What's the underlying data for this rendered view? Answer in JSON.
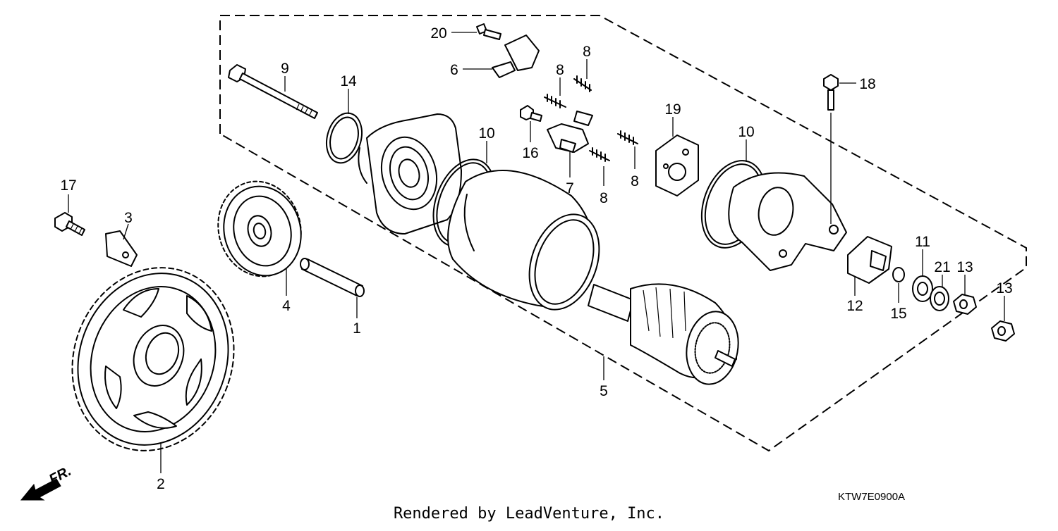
{
  "diagram": {
    "part_code": "KTW7E0900A",
    "credit": "Rendered by LeadVenture, Inc.",
    "front_indicator": "FR.",
    "callouts": [
      {
        "id": "c20",
        "label": "20"
      },
      {
        "id": "c6",
        "label": "6"
      },
      {
        "id": "c8a",
        "label": "8"
      },
      {
        "id": "c8b",
        "label": "8"
      },
      {
        "id": "c8c",
        "label": "8"
      },
      {
        "id": "c8d",
        "label": "8"
      },
      {
        "id": "c9",
        "label": "9"
      },
      {
        "id": "c14",
        "label": "14"
      },
      {
        "id": "c10a",
        "label": "10"
      },
      {
        "id": "c10b",
        "label": "10"
      },
      {
        "id": "c16",
        "label": "16"
      },
      {
        "id": "c7",
        "label": "7"
      },
      {
        "id": "c19",
        "label": "19"
      },
      {
        "id": "c18",
        "label": "18"
      },
      {
        "id": "c17",
        "label": "17"
      },
      {
        "id": "c3",
        "label": "3"
      },
      {
        "id": "c4",
        "label": "4"
      },
      {
        "id": "c1",
        "label": "1"
      },
      {
        "id": "c5",
        "label": "5"
      },
      {
        "id": "c2",
        "label": "2"
      },
      {
        "id": "c11",
        "label": "11"
      },
      {
        "id": "c21",
        "label": "21"
      },
      {
        "id": "c13a",
        "label": "13"
      },
      {
        "id": "c13b",
        "label": "13"
      },
      {
        "id": "c12",
        "label": "12"
      },
      {
        "id": "c15",
        "label": "15"
      }
    ]
  }
}
